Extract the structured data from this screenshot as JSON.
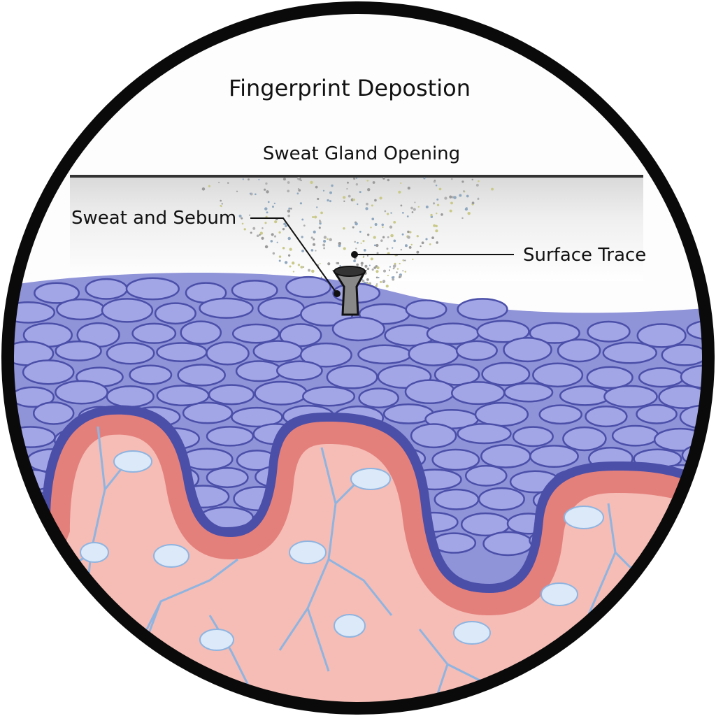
{
  "title": "Fingerprint Depostion",
  "labels": {
    "gland_opening": "Sweat Gland Opening",
    "sweat_sebum": "Sweat and Sebum",
    "surface_trace": "Surface Trace"
  },
  "colors": {
    "border": "#0a0a0a",
    "epidermis": "#8f93d8",
    "cell_outline": "#4b4fa8",
    "dermis": "#f5bdb6",
    "basal_layer": "#e4807c",
    "vessel": "#8fb4e0",
    "surface": "#e9e9e9"
  }
}
